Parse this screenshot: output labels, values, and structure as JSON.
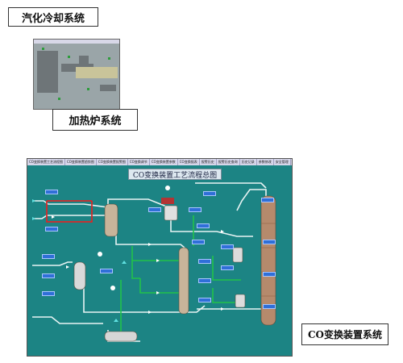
{
  "captions": {
    "vaporization": "汽化冷却系统",
    "heater": "加热炉系统",
    "co_system": "CO变换装置系统"
  },
  "co_screen": {
    "title": "CO变换装置工艺流程总图",
    "menu": [
      "CO变换装置工艺流程图",
      "CO变换装置趋势图",
      "CO变换装置报警图",
      "CO变换调节",
      "CO变换装置参数",
      "CO变换报表",
      "报警历史",
      "报警历史查询",
      "历史记录",
      "参数修改",
      "安全管理"
    ],
    "colors": {
      "background": "#1c8484",
      "pipe_white": "#e8f4f4",
      "pipe_green": "#21c24a",
      "pipe_red": "#d62a2a",
      "vessel": "#c8b49a",
      "button": "#2f6fd8"
    }
  }
}
